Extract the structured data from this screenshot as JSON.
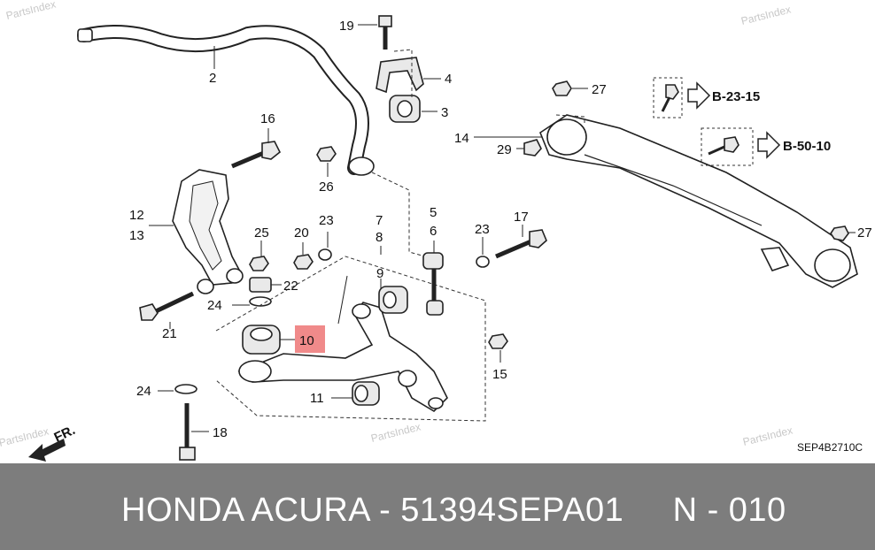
{
  "watermark": "PartsIndex",
  "diagram_code": "SEP4B2710C",
  "front_marker": "FR.",
  "references": {
    "ref_b23": "B-23-15",
    "ref_b50": "B-50-10"
  },
  "callouts": {
    "c19": "19",
    "c2": "2",
    "c4": "4",
    "c3": "3",
    "c27a": "27",
    "c14": "14",
    "c29": "29",
    "c16": "16",
    "c26": "26",
    "c12": "12",
    "c13": "13",
    "c25": "25",
    "c20": "20",
    "c23a": "23",
    "c7": "7",
    "c8": "8",
    "c5": "5",
    "c6": "6",
    "c23b": "23",
    "c17": "17",
    "c27b": "27",
    "c22": "22",
    "c9": "9",
    "c24a": "24",
    "c21": "21",
    "c10": "10",
    "c15": "15",
    "c24b": "24",
    "c11": "11",
    "c18": "18"
  },
  "highlight_color": "#f08a8a",
  "caption": "HONDA ACURA - 51394SEPA01     N - 010"
}
